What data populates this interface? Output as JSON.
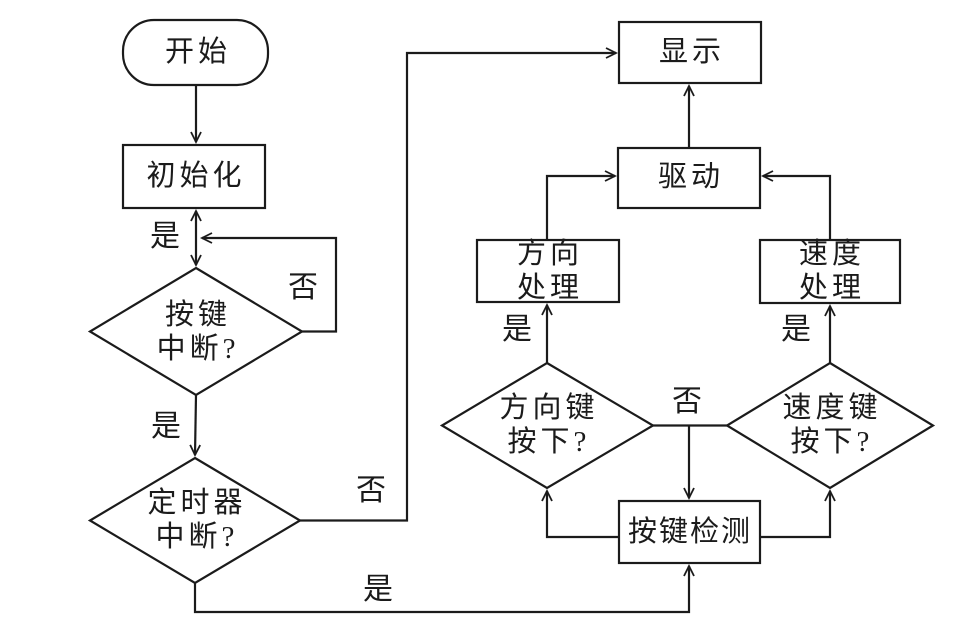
{
  "diagram": {
    "colors": {
      "background": "#ffffff",
      "line": "#1b1b1b",
      "text": "#1b1b1b"
    },
    "nodes": {
      "start": {
        "label": "开始",
        "type": "terminator"
      },
      "init": {
        "label": "初始化",
        "type": "process"
      },
      "key_interrupt": {
        "line1": "按键",
        "line2": "中断?",
        "type": "decision"
      },
      "timer_interrupt": {
        "line1": "定时器",
        "line2": "中断?",
        "type": "decision"
      },
      "display": {
        "label": "显示",
        "type": "process"
      },
      "drive": {
        "label": "驱动",
        "type": "process"
      },
      "direction_process": {
        "line1": "方向",
        "line2": "处理",
        "type": "process"
      },
      "speed_process": {
        "line1": "速度",
        "line2": "处理",
        "type": "process"
      },
      "direction_key": {
        "line1": "方向键",
        "line2": "按下?",
        "type": "decision"
      },
      "speed_key": {
        "line1": "速度键",
        "line2": "按下?",
        "type": "decision"
      },
      "key_detect": {
        "label": "按键检测",
        "type": "process"
      }
    },
    "edge_labels": {
      "yes_init": "是",
      "no_key_interrupt": "否",
      "yes_key_interrupt": "是",
      "no_timer": "否",
      "yes_timer": "是",
      "yes_direction": "是",
      "no_keys": "否",
      "yes_speed": "是"
    }
  }
}
